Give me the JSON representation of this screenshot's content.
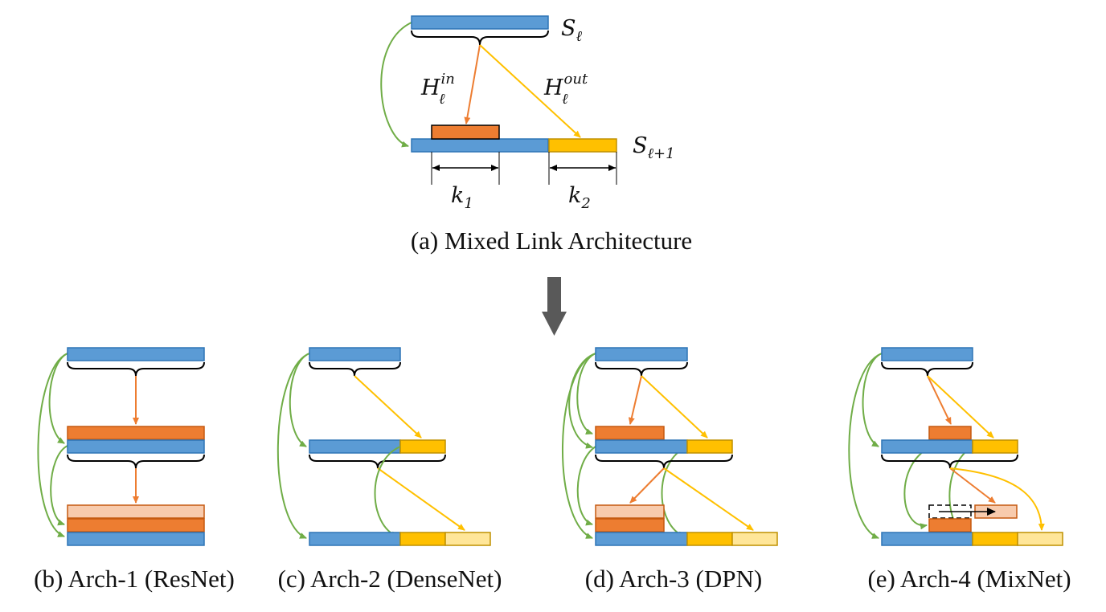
{
  "panel_a": {
    "caption": "(a) Mixed Link Architecture",
    "labels": {
      "s_l": "S",
      "s_l_sub": "ℓ",
      "s_l1": "S",
      "s_l1_sub": "ℓ+1",
      "h_in": "H",
      "h_in_sup": "in",
      "h_in_sub": "ℓ",
      "h_out": "H",
      "h_out_sup": "out",
      "h_out_sub": "ℓ",
      "k1": "k",
      "k1_sub": "1",
      "k2": "k",
      "k2_sub": "2"
    }
  },
  "panels": [
    {
      "caption": "(b) Arch-1 (ResNet)"
    },
    {
      "caption": "(c) Arch-2 (DenseNet)"
    },
    {
      "caption": "(d) Arch-3 (DPN)"
    },
    {
      "caption": "(e) Arch-4 (MixNet)"
    }
  ],
  "colors": {
    "blue": "#5b9bd5",
    "blue_border": "#2e75b6",
    "orange": "#ed7d31",
    "orange_border": "#c55a11",
    "orange_light": "#f8cbad",
    "yellow": "#ffc000",
    "yellow_border": "#bf9000",
    "yellow_light": "#ffe699",
    "green_arrow": "#70ad47",
    "big_arrow": "#595959"
  }
}
